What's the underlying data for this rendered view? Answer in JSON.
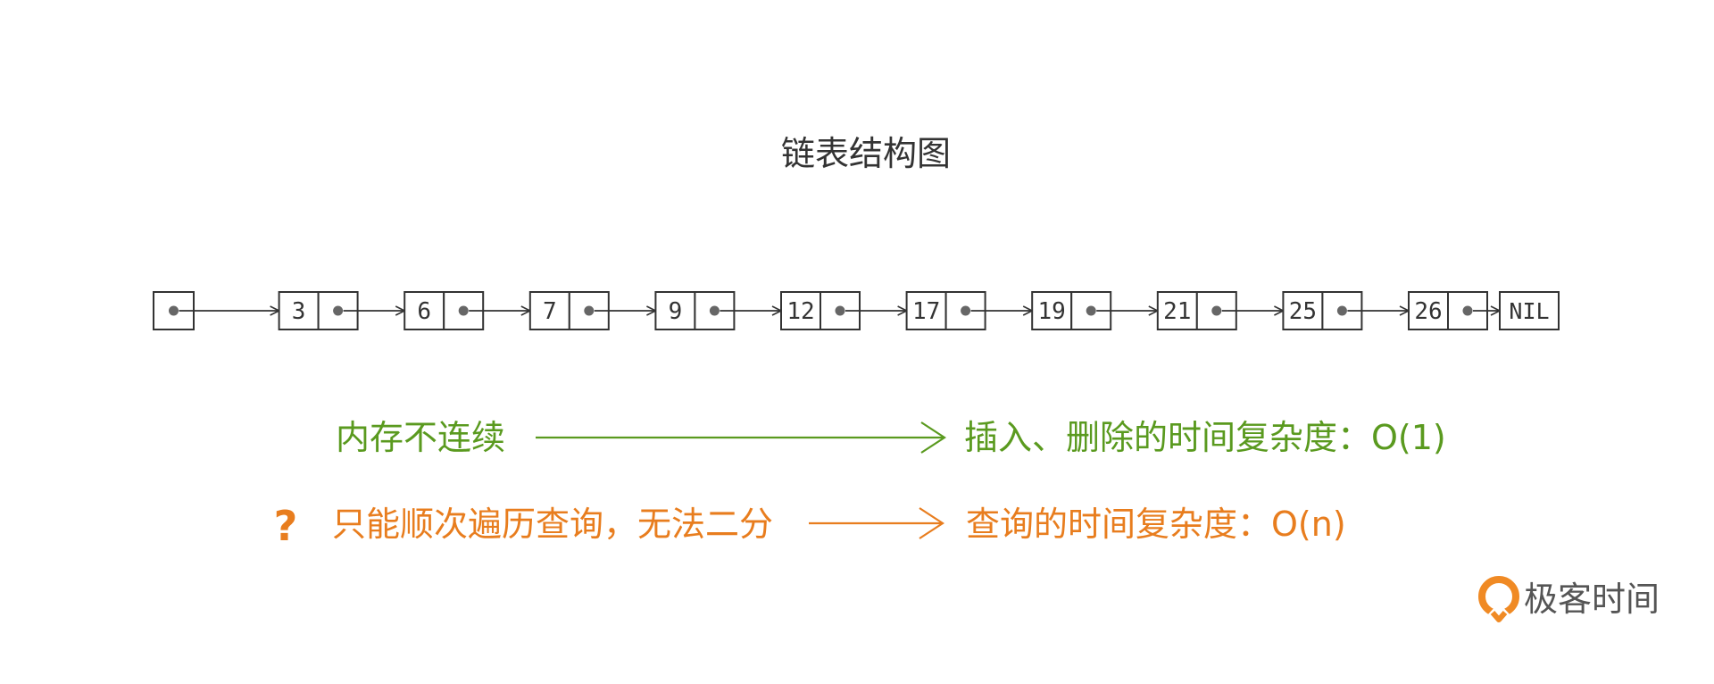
{
  "title": "链表结构图",
  "list": {
    "values": [
      "3",
      "6",
      "7",
      "9",
      "12",
      "17",
      "19",
      "21",
      "25",
      "26"
    ],
    "terminator": "NIL"
  },
  "rows": [
    {
      "left": "内存不连续",
      "right": "插入、删除的时间复杂度：O(1)",
      "color": "#5a9a1f"
    },
    {
      "marker": "?",
      "left": "只能顺次遍历查询，无法二分",
      "right": "查询的时间复杂度：O(n)",
      "color": "#e87d1e"
    }
  ],
  "brand": {
    "text": "极客时间",
    "logo_icon": "geektime-logo-icon",
    "logo_color": "#f08a24"
  },
  "colors": {
    "stroke": "#333333",
    "text": "#333333",
    "dot": "#666666"
  }
}
